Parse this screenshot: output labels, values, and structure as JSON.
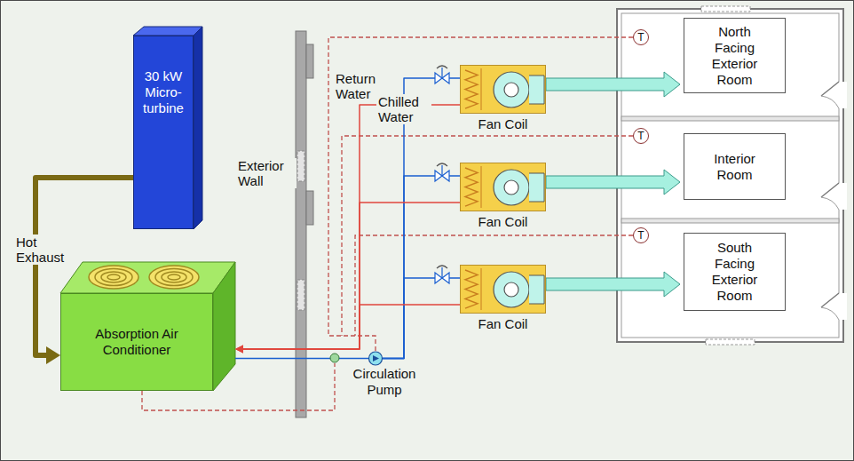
{
  "diagram": {
    "nodes": [
      {
        "text": [
          "30 kW Micro-turbine"
        ]
      },
      {
        "text": [
          "Absorption Air Conditioner"
        ]
      },
      {
        "text": [
          "Circulation Pump"
        ]
      },
      {
        "text": [
          "Fan Coil"
        ]
      },
      {
        "text": [
          "Fan Coil"
        ]
      },
      {
        "text": [
          "Fan Coil"
        ]
      },
      {
        "text": [
          "North Facing Exterior Room"
        ]
      },
      {
        "text": [
          "Interior Room"
        ]
      },
      {
        "text": [
          "South Facing Exterior Room"
        ]
      },
      {
        "text": [
          "T"
        ]
      },
      {
        "text": [
          "T"
        ]
      },
      {
        "text": [
          "T"
        ]
      }
    ],
    "edges": [
      {
        "from": 0,
        "to": 1,
        "label": "Hot Exhaust",
        "arrow": "to"
      },
      {
        "from": 1,
        "to": 2,
        "arrow": "none"
      },
      {
        "from": 2,
        "to": 3,
        "arrow": "none"
      },
      {
        "from": 2,
        "to": 4,
        "arrow": "none"
      },
      {
        "from": 2,
        "to": 5,
        "arrow": "none"
      },
      {
        "from": 3,
        "to": 1,
        "arrow": "to"
      },
      {
        "from": 4,
        "to": 1,
        "arrow": "to"
      },
      {
        "from": 5,
        "to": 1,
        "arrow": "to"
      },
      {
        "from": 3,
        "to": 6,
        "arrow": "to"
      },
      {
        "from": 4,
        "to": 7,
        "arrow": "to"
      },
      {
        "from": 5,
        "to": 8,
        "arrow": "to"
      }
    ],
    "labels": [
      "Exterior Wall",
      "Return Water",
      "Chilled Water"
    ]
  }
}
